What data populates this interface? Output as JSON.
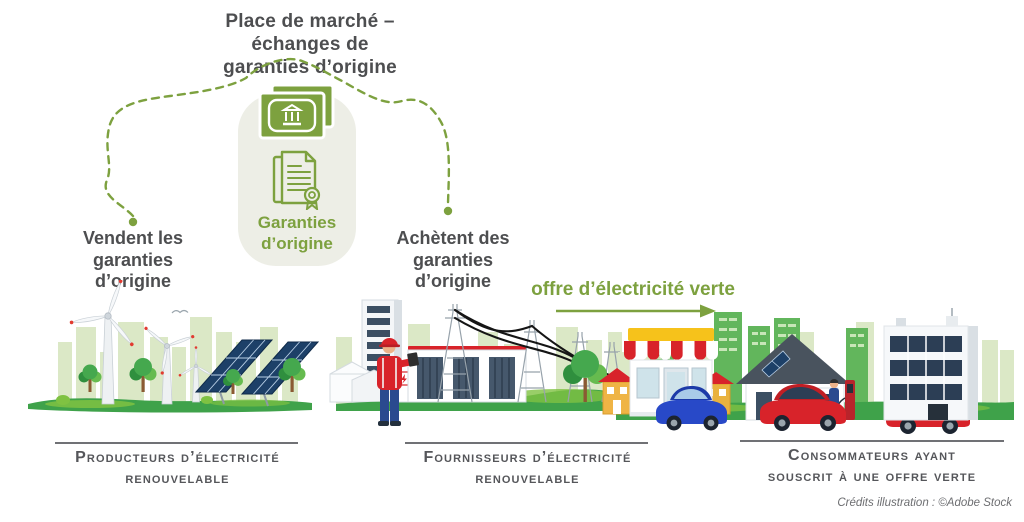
{
  "colors": {
    "accent_green": "#7DA13F",
    "card_background": "#EDEEE6",
    "heading_text": "#4D4E50",
    "section_text": "#55565A",
    "credit_text": "#6D6E71",
    "wire_black": "#151515",
    "solar_panel_blue": "#1D4068",
    "car_red": "#D8232A",
    "car_blue": "#2849C8"
  },
  "marketplace": {
    "title": "Place de marché –\néchanges de\ngaranties d’origine",
    "banknote_icon": "banknote-bank-icon",
    "certificate_icon": "certificate-seal-icon",
    "card_label": "Garanties\nd’origine"
  },
  "flows": {
    "sell_label": "Vendent les\ngaranties\nd’origine",
    "buy_label": "Achètent des\ngaranties\nd’origine",
    "offer_label": "offre d’électricité verte"
  },
  "sections": [
    {
      "label": "Producteurs d’électricité\nrenouvelable"
    },
    {
      "label": "Fournisseurs d’électricité\nrenouvelable"
    },
    {
      "label": "Consommateurs ayant\nsouscrit à une offre verte"
    }
  ],
  "credits": "Crédits illustration : ©Adobe Stock"
}
